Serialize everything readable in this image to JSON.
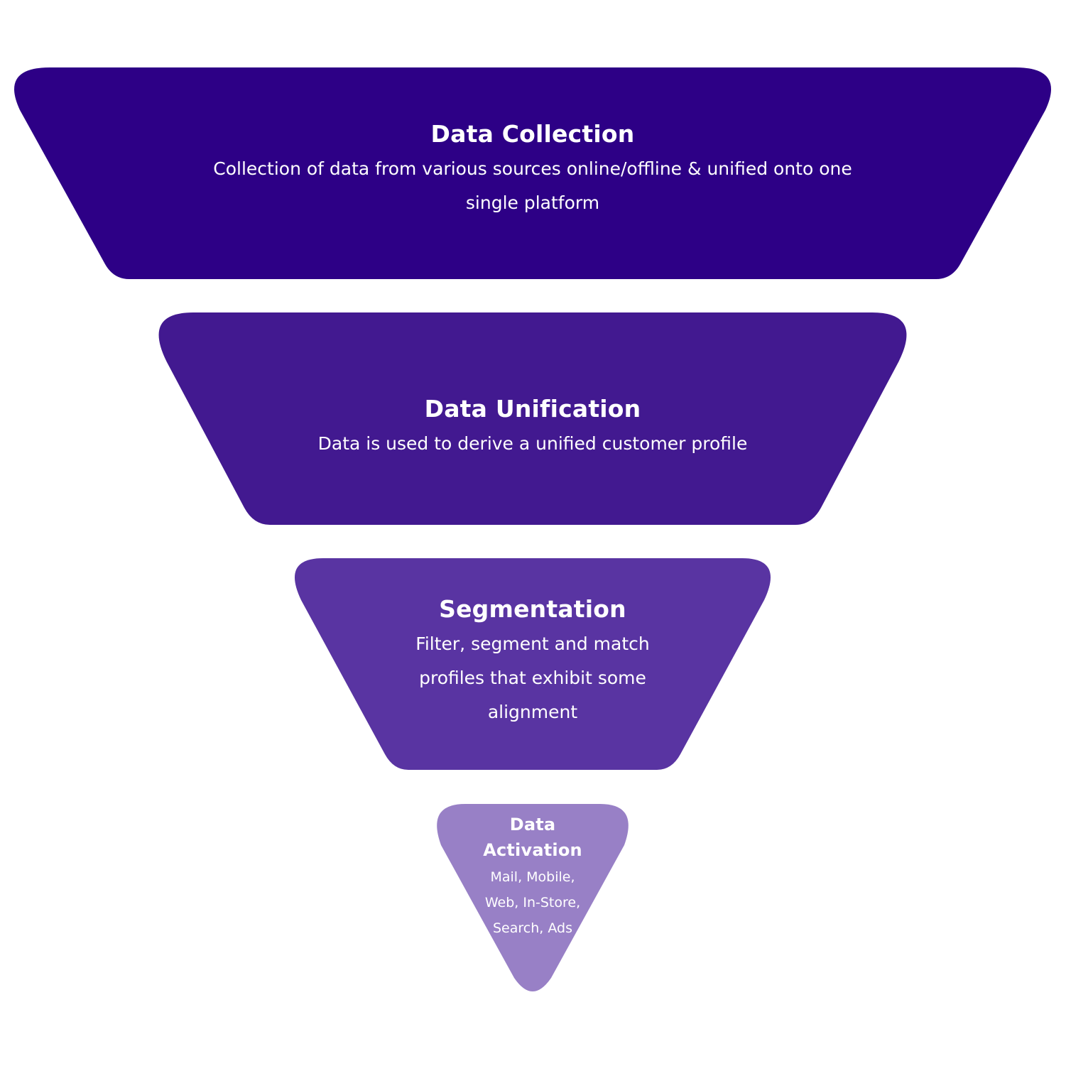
{
  "stages": [
    {
      "title": "Data Collection",
      "description": "Collection of data from various sources online/offline & unified onto one single platform",
      "color": "#2d0086"
    },
    {
      "title": "Data Unification",
      "description": "Data is used to derive a unified customer profile",
      "color": "#421990"
    },
    {
      "title": "Segmentation",
      "description": "Filter, segment and match profiles that exhibit some alignment",
      "color": "#5934a2"
    },
    {
      "title": "Data Activation",
      "description": "Mail, Mobile, Web, In-Store, Search, Ads",
      "color": "#9880c6"
    }
  ]
}
